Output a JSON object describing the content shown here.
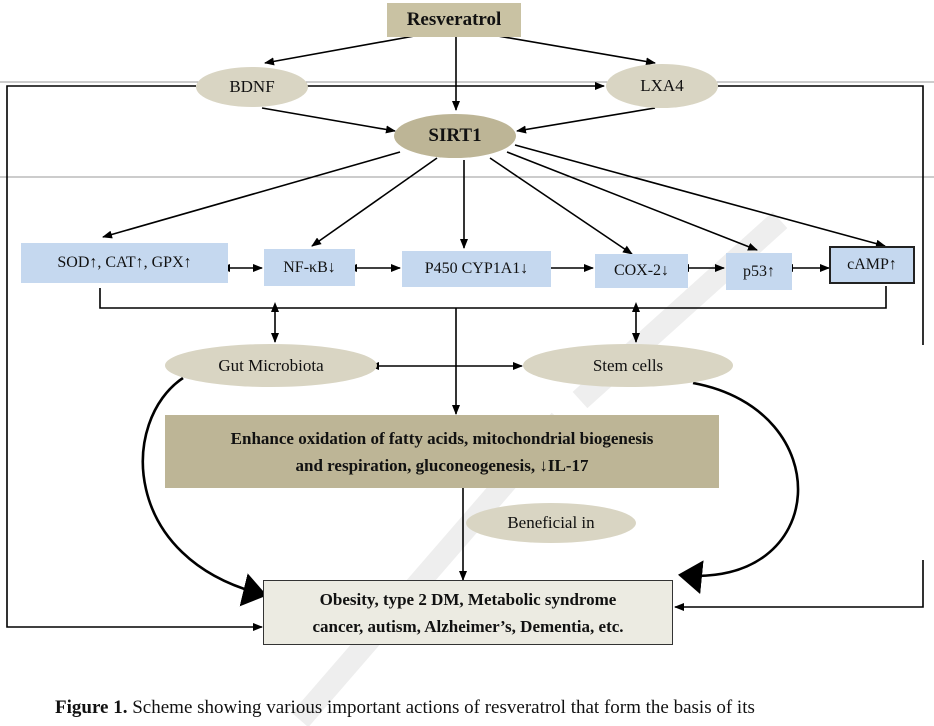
{
  "diagram": {
    "top": "Resveratrol",
    "bdnf": "BDNF",
    "lxa4": "LXA4",
    "sirt1": "SIRT1",
    "targets": {
      "sod": "SOD↑, CAT↑, GPX↑",
      "nfkb": "NF-κB↓",
      "p450": "P450 CYP1A1↓",
      "cox2": "COX-2↓",
      "p53": "p53↑",
      "camp": "cAMP↑"
    },
    "gut": "Gut Microbiota",
    "stem": "Stem cells",
    "effects_line1": "Enhance oxidation of fatty acids, mitochondrial biogenesis",
    "effects_line2": "and respiration, gluconeogenesis, ↓IL-17",
    "beneficial": "Beneficial in",
    "diseases_line1": "Obesity, type 2 DM, Metabolic syndrome",
    "diseases_line2": "cancer, autism, Alzheimer’s, Dementia, etc."
  },
  "caption": {
    "label": "Figure 1.",
    "text": " Scheme showing various important actions of resveratrol that form the basis of its"
  },
  "colors": {
    "ellipse": "#d9d5c3",
    "box_blue": "#c5d8ef",
    "box_tan": "#bdb596",
    "box_disease": "#ecebe2"
  }
}
